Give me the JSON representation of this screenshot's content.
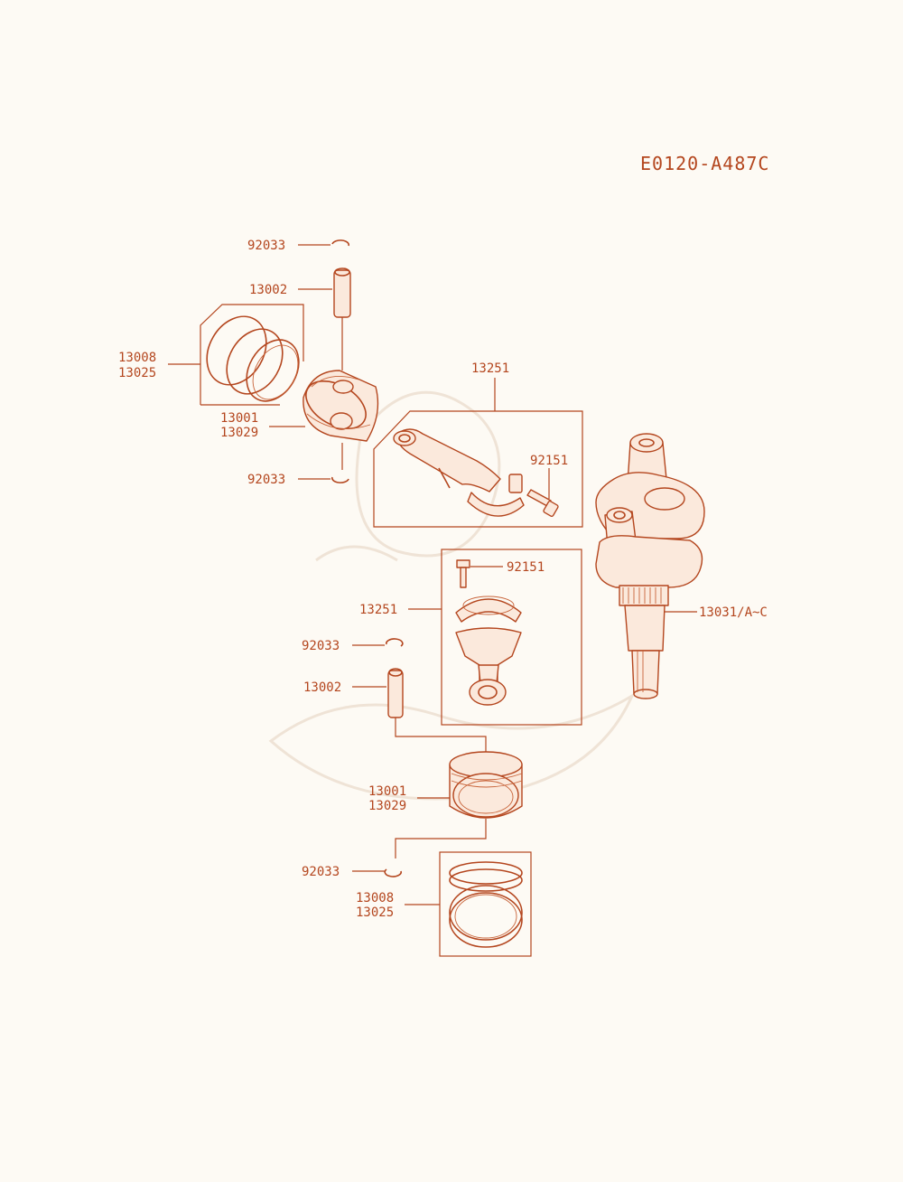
{
  "diagram_code": "E0120-A487C",
  "labels": {
    "ring_clip_top_a": "92033",
    "pin_top": "13002",
    "rings_top_1": "13008",
    "rings_top_2": "13025",
    "piston_top_1": "13001",
    "piston_top_2": "13029",
    "ring_clip_top_b": "92033",
    "conrod_top": "13251",
    "bolt_top": "92151",
    "bolt_bottom": "92151",
    "conrod_bottom": "13251",
    "crankshaft": "13031/A~C",
    "ring_clip_bottom_a": "92033",
    "pin_bottom": "13002",
    "piston_bottom_1": "13001",
    "piston_bottom_2": "13029",
    "ring_clip_bottom_b": "92033",
    "rings_bottom_1": "13008",
    "rings_bottom_2": "13025"
  },
  "colors": {
    "line": "#b4461e",
    "fill": "#fbe9dc",
    "background": "#fdfaf4"
  }
}
